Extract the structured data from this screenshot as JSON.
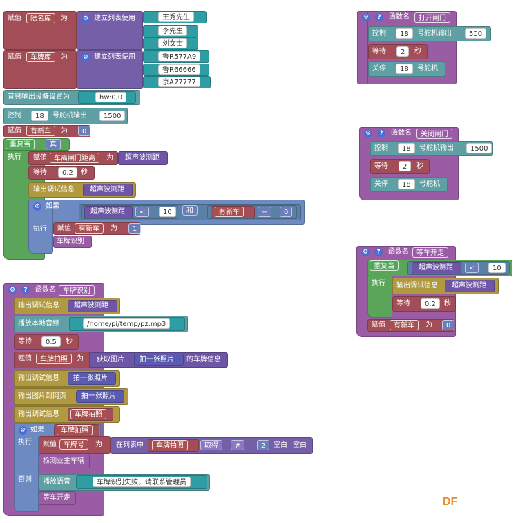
{
  "top_left": {
    "assign1": {
      "label": "赋值",
      "var": "陆名库",
      "as": "为"
    },
    "create_list_label": "建立列表使用",
    "list1": [
      "王秀先生",
      "李先生",
      "刘女士"
    ],
    "assign2": {
      "label": "赋值",
      "var": "车牌库",
      "as": "为"
    },
    "list2": [
      "鲁R577A9",
      "鲁R66666",
      "京A77777"
    ],
    "audio_device": {
      "label": "音频输出设备设置为",
      "value": "hw:0,0"
    },
    "servo_ctrl": {
      "label": "控制",
      "pin": "18",
      "mid": "号舵机输出",
      "value": "1500"
    },
    "assign3": {
      "label": "赋值",
      "var": "有新车",
      "as": "为",
      "value": "0"
    },
    "repeat": {
      "label": "重复当",
      "cond": "真"
    },
    "exec_label": "执行",
    "assign4": {
      "label": "赋值",
      "var": "车离闸门距离",
      "as": "为",
      "value": "超声波测距"
    },
    "wait": {
      "label": "等待",
      "value": "0.2",
      "unit": "秒"
    },
    "debug_out": {
      "label": "输出调试信息",
      "value": "超声波测距"
    },
    "if_label": "如果",
    "cond": {
      "left": "超声波测距",
      "op": "<",
      "right": "10",
      "and": "和",
      "left2": "有新车",
      "op2": "=",
      "right2": "0"
    },
    "exec2_label": "执行",
    "assign5": {
      "label": "赋值",
      "var": "有新车",
      "as": "为",
      "value": "1"
    },
    "call": "车牌识别"
  },
  "fn_open": {
    "label": "函数名",
    "name": "打开闸门",
    "ctrl": {
      "label": "控制",
      "pin": "18",
      "mid": "号舵机输出",
      "value": "500"
    },
    "wait": {
      "label": "等待",
      "value": "2",
      "unit": "秒"
    },
    "stop": {
      "label": "关停",
      "pin": "18",
      "mid": "号舵机"
    }
  },
  "fn_close": {
    "label": "函数名",
    "name": "关闭闸门",
    "ctrl": {
      "label": "控制",
      "pin": "18",
      "mid": "号舵机输出",
      "value": "1500"
    },
    "wait": {
      "label": "等待",
      "value": "2",
      "unit": "秒"
    },
    "stop": {
      "label": "关停",
      "pin": "18",
      "mid": "号舵机"
    }
  },
  "fn_wait": {
    "label": "函数名",
    "name": "等车开走",
    "repeat": {
      "label": "重复当",
      "left": "超声波测距",
      "op": "<",
      "right": "10"
    },
    "exec_label": "执行",
    "debug": {
      "label": "输出调试信息",
      "value": "超声波测距"
    },
    "wait": {
      "label": "等待",
      "value": "0.2",
      "unit": "秒"
    },
    "assign": {
      "label": "赋值",
      "var": "有新车",
      "as": "为",
      "value": "0"
    }
  },
  "fn_plate": {
    "label": "函数名",
    "name": "车牌识别",
    "debug1": {
      "label": "输出调试信息",
      "value": "超声波测距"
    },
    "play": {
      "label": "播放本地音频",
      "value": "/home/pi/temp/pz.mp3"
    },
    "wait": {
      "label": "等待",
      "value": "0.5",
      "unit": "秒"
    },
    "assign": {
      "label": "赋值",
      "var": "车牌拍照",
      "as": "为",
      "get": "获取图片",
      "photo": "拍一张照片",
      "suffix": "的车牌信息"
    },
    "debug2": {
      "label": "输出调试信息",
      "value": "拍一张照片"
    },
    "web": {
      "label": "输出图片到网页",
      "value": "拍一张照片"
    },
    "debug3": {
      "label": "输出调试信息",
      "value": "车牌拍照"
    },
    "if": {
      "label": "如果",
      "cond": "车牌拍照"
    },
    "exec_label": "执行",
    "assign2": {
      "label": "赋值",
      "var": "车牌号",
      "as": "为",
      "in_list": "在列表中",
      "list": "车牌拍照",
      "get": "取得",
      "idx_mode": "#",
      "idx": "2",
      "blank1": "空白",
      "blank2": "空白"
    },
    "check": "检测业主车辆",
    "else_label": "否则",
    "speak": {
      "label": "播放语音",
      "value": "车牌识别失败，请联系管理员"
    },
    "wait_leave": "等车开走"
  },
  "watermark": "DF",
  "colors": {
    "variable": "#a24d57",
    "function": "#9a5ca5",
    "string": "#2e9ea4",
    "loop": "#5aa55a",
    "output": "#b1993f",
    "list": "#745fa8",
    "control": "#6d8bc2"
  }
}
